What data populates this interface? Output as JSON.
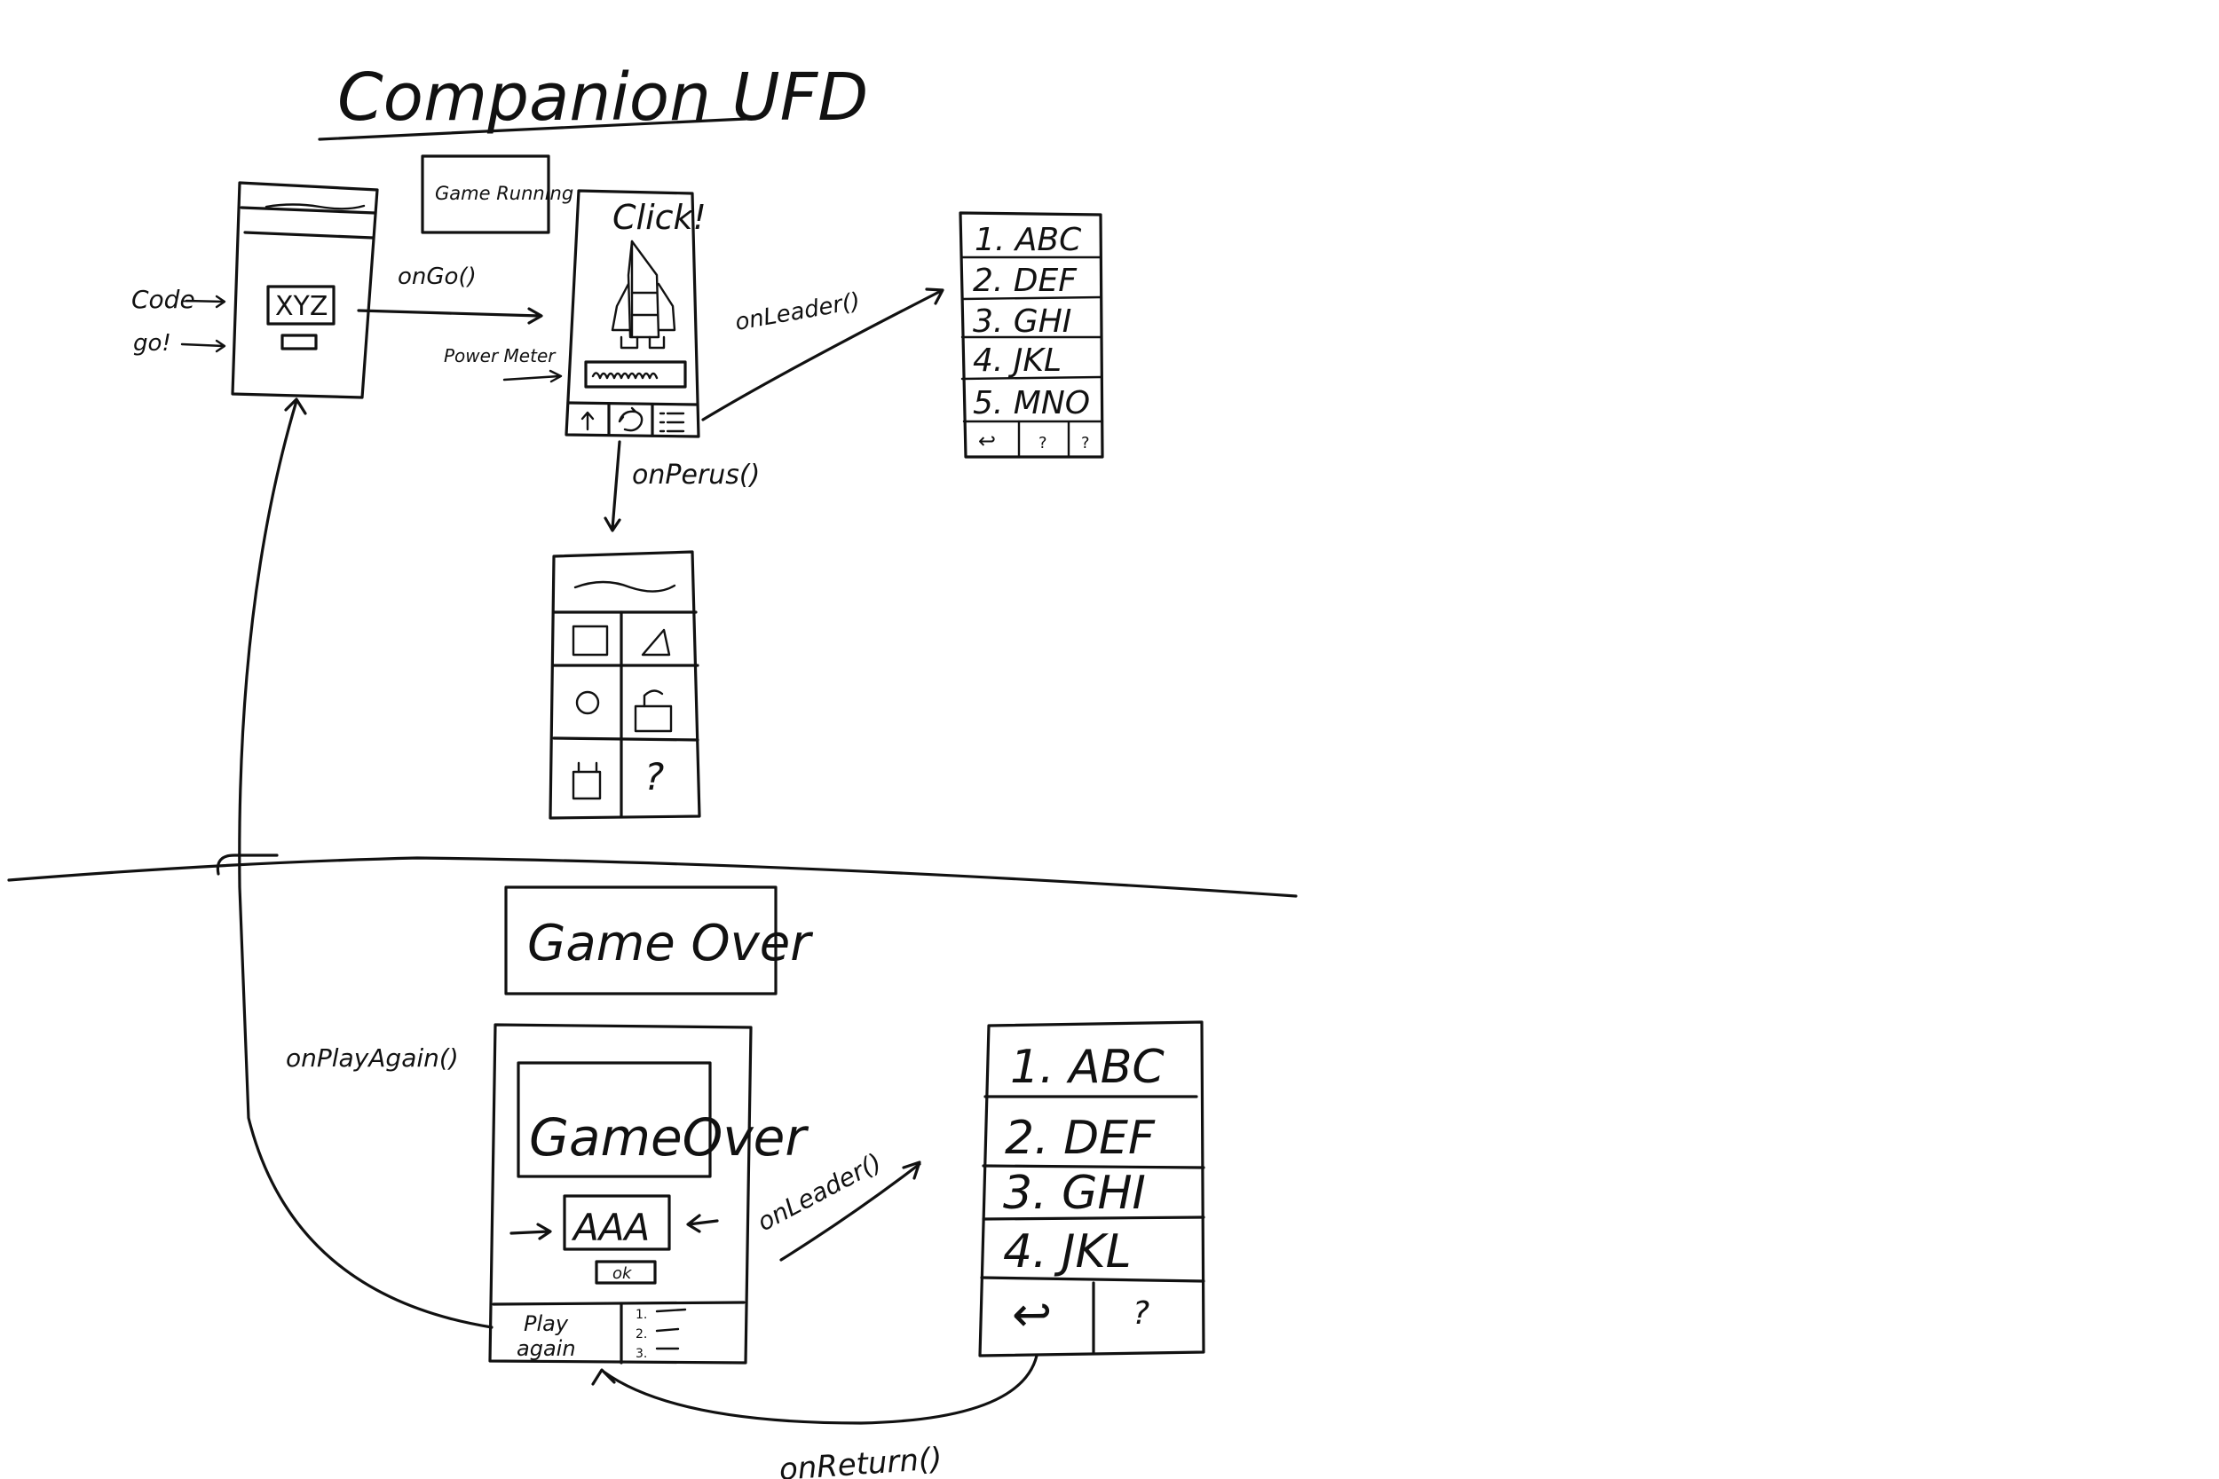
{
  "title": "Companion UFD",
  "game_running_label": "Game Running",
  "game_over_label": "Game Over",
  "start": {
    "code_label": "Code",
    "go_label": "go!",
    "code_value": "XYZ"
  },
  "game": {
    "click_label": "Click!",
    "power_meter_label": "Power Meter"
  },
  "transitions": {
    "on_go": "onGo()",
    "on_leader_top": "onLeader()",
    "on_perus": "onPerus()",
    "on_play_again": "onPlayAgain()",
    "on_leader_bottom": "onLeader()",
    "on_return": "onReturn()"
  },
  "leaderboard_top": [
    "1. ABC",
    "2. DEF",
    "3. GHI",
    "4. JKL",
    "5. MNO"
  ],
  "leaderboard_top_buttons": [
    "↩",
    "?",
    "?"
  ],
  "shop_items": [
    "?"
  ],
  "gameover_screen": {
    "heading": "GameOver",
    "initials": "AAA",
    "ok_label": "ok",
    "play_again_line1": "Play",
    "play_again_line2": "again",
    "mini_board": [
      "1.",
      "2.",
      "3."
    ]
  },
  "leaderboard_bottom": [
    "1. ABC",
    "2. DEF",
    "3. GHI",
    "4. JKL"
  ],
  "leaderboard_bottom_buttons": [
    "↩",
    "?"
  ]
}
